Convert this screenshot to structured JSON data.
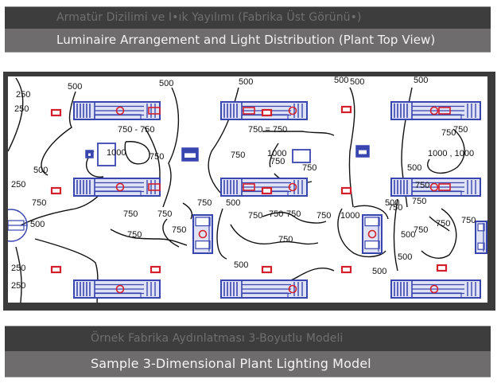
{
  "header": {
    "title_tr": "Armatür Dizilimi ve I•ık Yayılımı (Fabrika Üst Görünü•)",
    "title_en": "Luminaire Arrangement and Light Distribution (Plant Top View)"
  },
  "footer": {
    "title_tr": "Örnek Fabrika Aydınlatması 3-Boyutlu Modeli",
    "title_en": "Sample 3-Dimensional Plant Lighting Model"
  },
  "diagram": {
    "type": "plant-top-view-isolux-plan",
    "colors": {
      "frame": "#3b3b3b",
      "machine": "#3a46b0",
      "luminaire": "#d4202c",
      "isolux_line": "#111111"
    },
    "isolux_labels": [
      "250",
      "250",
      "500",
      "500",
      "500",
      "500",
      "500",
      "750 - 750",
      "750",
      "1000",
      "500",
      "250",
      "500",
      "750",
      "750",
      "750",
      "750",
      "750",
      "750",
      "250",
      "250",
      "500",
      "750 = 750",
      "750",
      "1000",
      "750",
      "750",
      "500",
      "750",
      "750",
      "750",
      "750",
      "500",
      "750",
      "1000",
      "500",
      "750",
      "500",
      "500",
      "750",
      "750",
      "1000 , 1000",
      "500",
      "750",
      "750",
      "750",
      "750",
      "750",
      "500"
    ],
    "units": "lux"
  }
}
